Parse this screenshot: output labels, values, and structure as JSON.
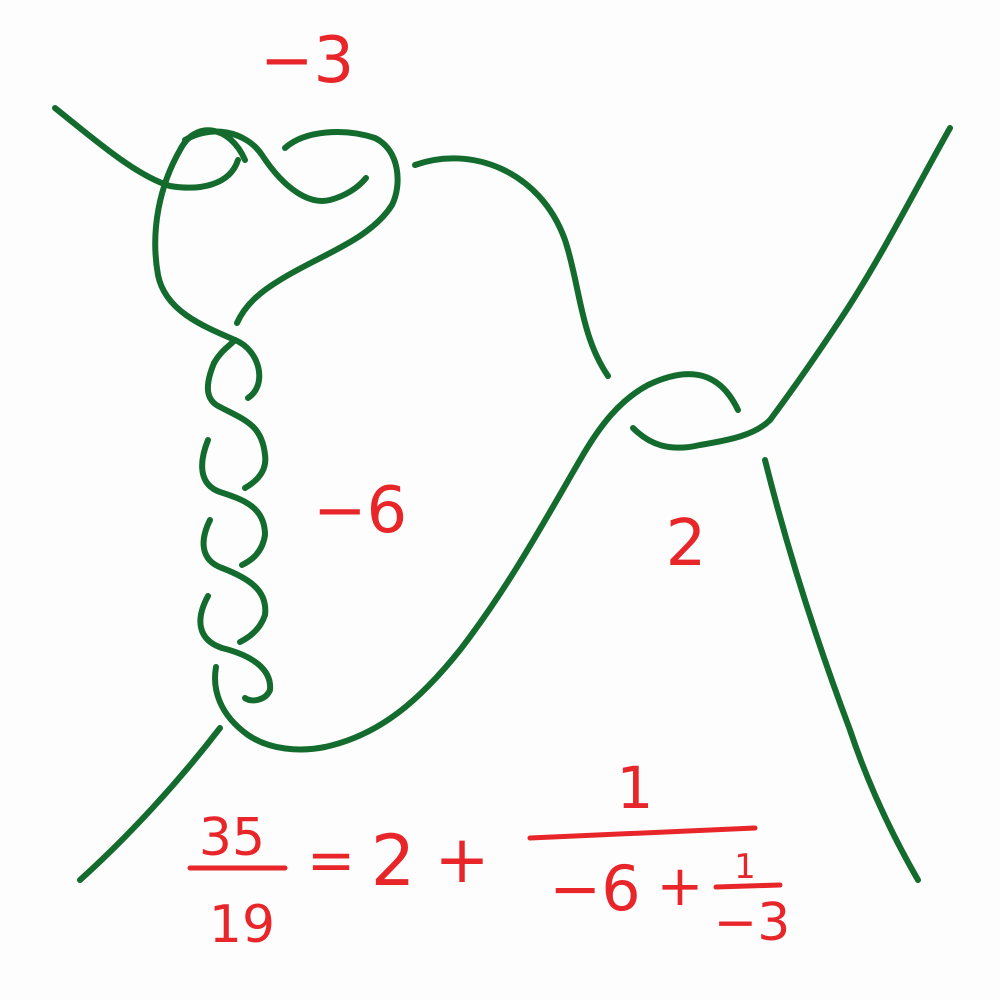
{
  "colors": {
    "strand": "#146b2e",
    "annotation": "#e8262a",
    "background": "#fdfdfd"
  },
  "twist_labels": {
    "top": "−3",
    "left": "−6",
    "right": "2"
  },
  "equation": {
    "lhs_numerator": "35",
    "lhs_denominator": "19",
    "equals": "=",
    "integer_part": "2",
    "plus": "+",
    "outer_numerator": "1",
    "inner_integer": "−6",
    "inner_plus": "+",
    "inner_numerator": "1",
    "inner_denominator": "−3"
  }
}
